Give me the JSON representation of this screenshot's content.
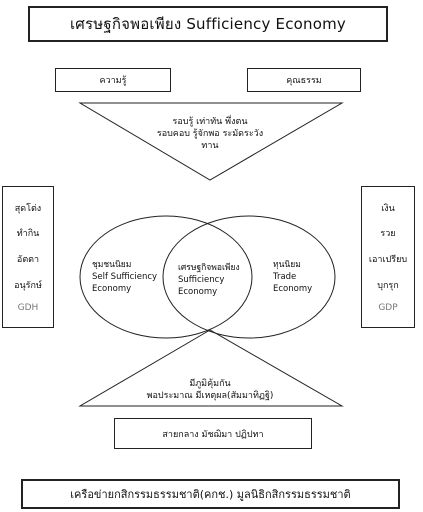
{
  "title": "เศรษฐกิจพอเพียง  Sufficiency Economy",
  "top_left_box": "ความรู้",
  "top_right_box": "คุณธรรม",
  "top_triangle_lines": [
    "รอบรู้ เท่าทัน พึ่งตน",
    "รอบคอบ รู้จักพอ ระมัดระวัง",
    "ทาน"
  ],
  "left_box_items": [
    "สุดโต่ง",
    "ทำกิน",
    "อัตตา",
    "อนุรักษ์",
    "GDH"
  ],
  "right_box_items": [
    "เงิน",
    "รวย",
    "เอาเปรียบ",
    "บุกรุก",
    "GDP"
  ],
  "venn": {
    "left": [
      "ชุมชนนิยม",
      "Self Sufficiency",
      "Economy"
    ],
    "center": [
      "เศรษฐกิจพอเพียง",
      "Sufficiency",
      "Economy"
    ],
    "right": [
      "ทุนนิยม",
      "Trade",
      "Economy"
    ]
  },
  "bottom_triangle_lines": [
    "มีภูมิคุ้มกัน",
    "พอประมาณ มีเหตุผล(สัมมาทิฏฐิ)"
  ],
  "bottom_box": "สายกลาง มัชฌิมา ปฏิปทา",
  "footer": "เครือข่ายกสิกรรมธรรมชาติ(คกช.) มูลนิธิกสิกรรมธรรมชาติ"
}
